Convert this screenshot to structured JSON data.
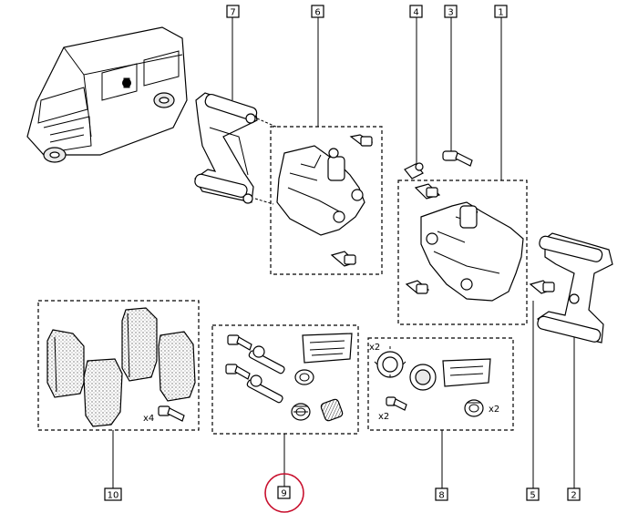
{
  "callouts": {
    "c1": "1",
    "c2": "2",
    "c3": "3",
    "c4": "4",
    "c5": "5",
    "c6": "6",
    "c7": "7",
    "c8": "8",
    "c9": "9",
    "c10": "10"
  },
  "quantities": {
    "pads_bolts": "x4",
    "seal_kit_circlip": "x2",
    "seal_kit_bolt": "x2",
    "seal_kit_boot": "x2"
  },
  "colors": {
    "line": "#000000",
    "highlight_circle": "#c8102e"
  }
}
